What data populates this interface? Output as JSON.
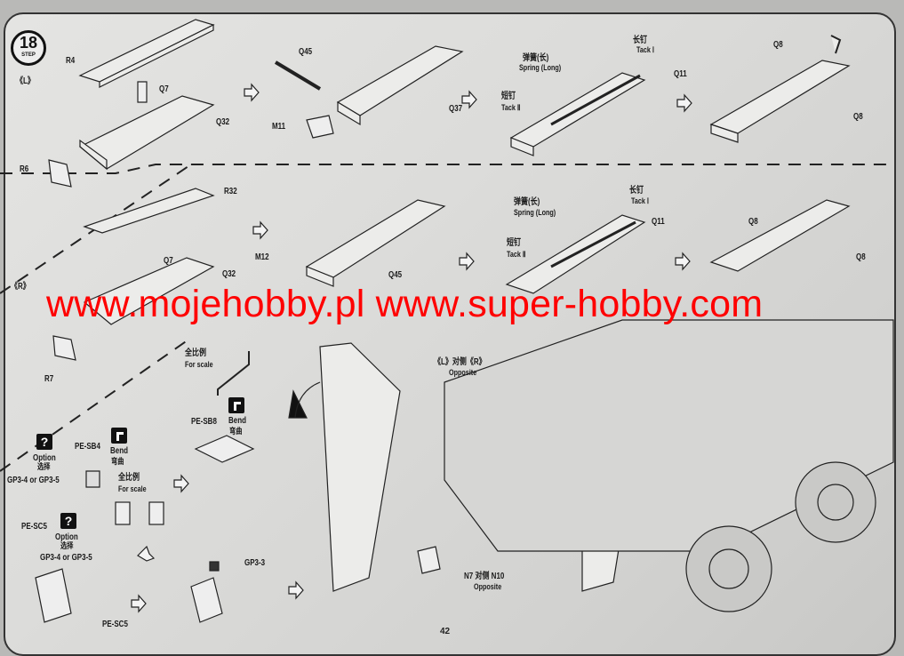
{
  "step": {
    "number": "18",
    "word": "STEP"
  },
  "sides": {
    "left": "《L》",
    "right": "《R》"
  },
  "parts": {
    "r4": "R4",
    "q7a": "Q7",
    "q32a": "Q32",
    "r6": "R6",
    "q45a": "Q45",
    "m11": "M11",
    "q37": "Q37",
    "r32": "R32",
    "q7b": "Q7",
    "q32b": "Q32",
    "r7": "R7",
    "m12": "M12",
    "q45b": "Q45",
    "q11a": "Q11",
    "q11b": "Q11",
    "q8a": "Q8",
    "q8b": "Q8",
    "q8c": "Q8",
    "q8d": "Q8",
    "pe_sb8": "PE-SB8",
    "pe_sb4": "PE-SB4",
    "gp3_45a": "GP3-4 or GP3-5",
    "gp3_45b": "GP3-4 or GP3-5",
    "pe_sc5a": "PE-SC5",
    "pe_sc5b": "PE-SC5",
    "gp3_3": "GP3-3",
    "n7": "N7 对侧 N10"
  },
  "notes": {
    "tack1_cn": "长钉",
    "tack1_en": "Tack Ⅰ",
    "tack2_cn": "短钉",
    "tack2_en": "Tack Ⅱ",
    "spring_cn": "弹簧(长)",
    "spring_en": "Spring (Long)",
    "scale_cn": "全比例",
    "scale_en": "For scale",
    "bend_en": "Bend",
    "bend_cn": "弯曲",
    "option_en": "Option",
    "option_cn": "选择",
    "opposite_cn": "《L》对侧《R》",
    "opposite_en": "Opposite",
    "n7_opposite": "Opposite"
  },
  "watermark": "www.mojehobby.pl www.super-hobby.com",
  "page_number": "42"
}
